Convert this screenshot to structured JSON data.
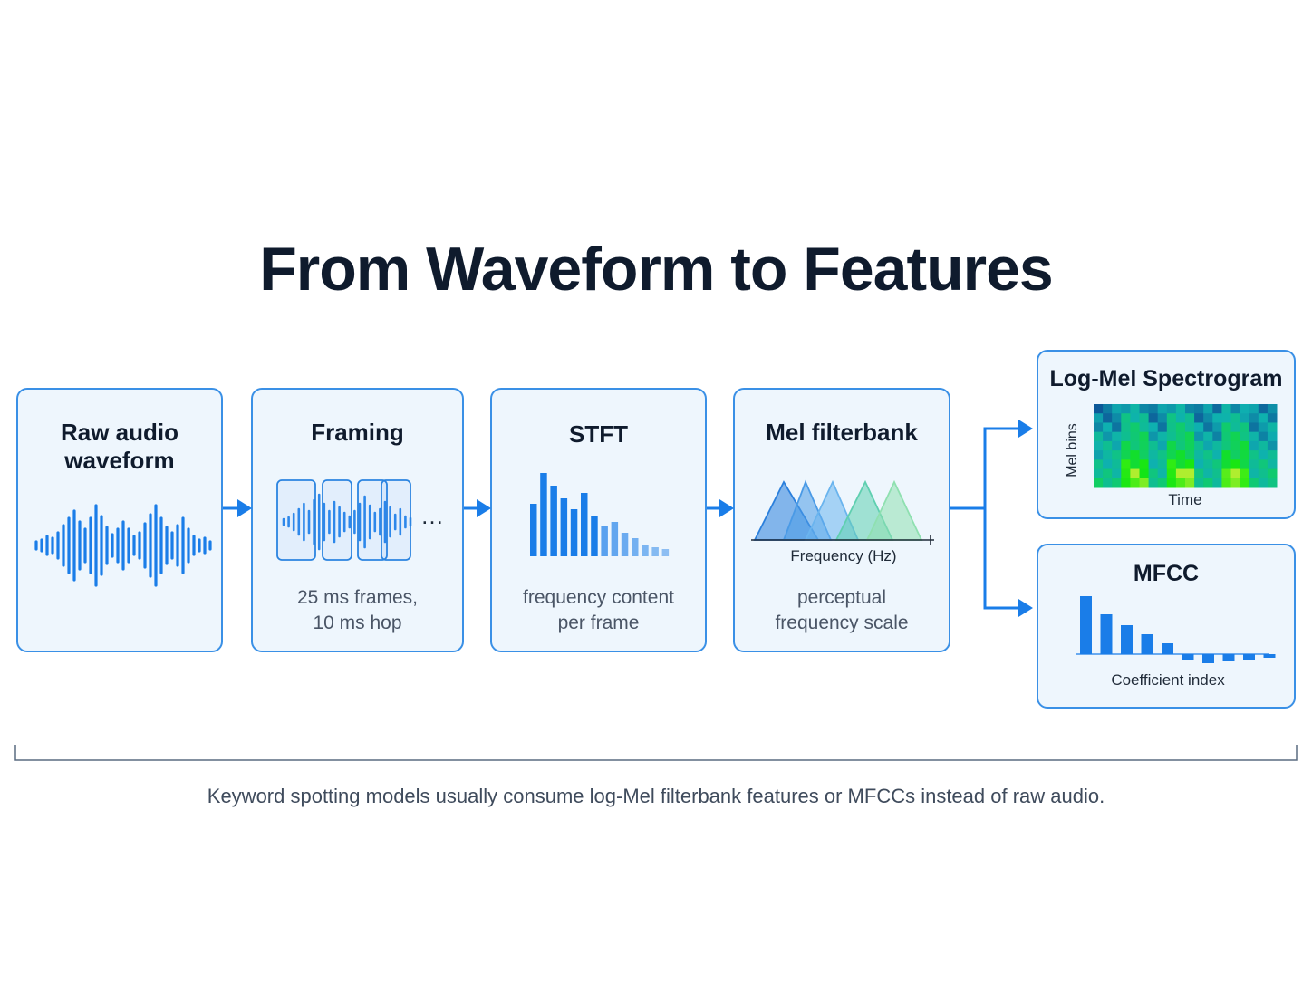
{
  "title": "From Waveform to Features",
  "stages": {
    "raw": {
      "title_line1": "Raw audio",
      "title_line2": "waveform"
    },
    "framing": {
      "title": "Framing",
      "desc_line1": "25 ms frames,",
      "desc_line2": "10 ms hop",
      "ellipsis": "…"
    },
    "stft": {
      "title": "STFT",
      "desc_line1": "frequency content",
      "desc_line2": "per frame"
    },
    "mel": {
      "title": "Mel filterbank",
      "axis_label": "Frequency (Hz)",
      "desc_line1": "perceptual",
      "desc_line2": "frequency scale"
    },
    "logmel": {
      "title": "Log-Mel Spectrogram",
      "y_label": "Mel bins",
      "x_label": "Time"
    },
    "mfcc": {
      "title": "MFCC",
      "x_label": "Coefficient index"
    }
  },
  "footnote": "Keyword spotting models usually consume log-Mel filterbank features or MFCCs instead of raw audio.",
  "colors": {
    "accent": "#1a7de8",
    "box_border": "#3a90e6",
    "box_fill": "#eef6fd",
    "title": "#0f1b2d",
    "bracket": "#5a6b80"
  },
  "icons": {
    "waveform": "waveform-icon",
    "frames": "overlapping-frames-icon",
    "spectrum": "spectrum-bars-icon",
    "filters": "triangular-filters-icon",
    "spectrogram": "spectrogram-heatmap-icon",
    "mfcc": "mfcc-bars-icon"
  }
}
